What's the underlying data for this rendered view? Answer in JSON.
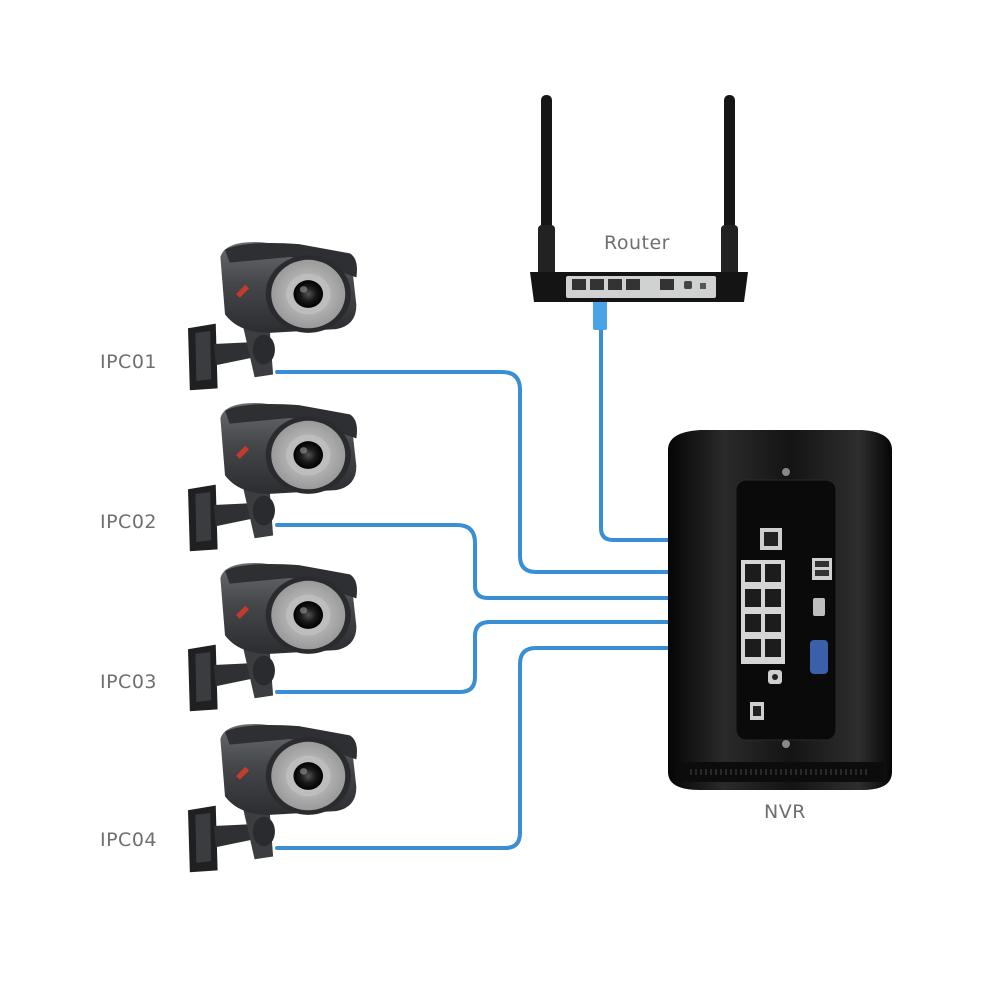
{
  "diagram": {
    "router": {
      "label": "Router"
    },
    "nvr": {
      "label": "NVR"
    },
    "cameras": [
      {
        "label": "IPC01"
      },
      {
        "label": "IPC02"
      },
      {
        "label": "IPC03"
      },
      {
        "label": "IPC04"
      }
    ],
    "colors": {
      "cable": "#3a8fd4",
      "device_body": "#111111",
      "camera_body": "#4a4c50",
      "label_text": "#6f6f6f"
    }
  }
}
